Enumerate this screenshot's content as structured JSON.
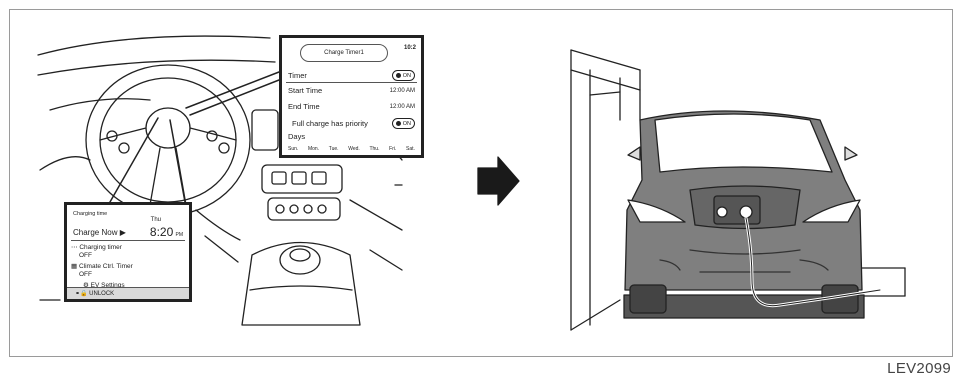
{
  "timer_screen": {
    "title": "Charge Timer1",
    "corner_time": "10:2",
    "timer_label": "Timer",
    "timer_toggle": "ON",
    "start_time_label": "Start Time",
    "start_time_value": "12:00 AM",
    "end_time_label": "End Time",
    "end_time_value": "12:00 AM",
    "full_charge_label": "Full charge has priority",
    "full_charge_toggle": "ON",
    "days_label": "Days",
    "days": [
      "Sun.",
      "Mon.",
      "Tue.",
      "Wed.",
      "Thu.",
      "Fri.",
      "Sat."
    ]
  },
  "status_screen": {
    "charging_time_label": "Charging time",
    "day": "Thu",
    "charge_now_label": "Charge Now",
    "time": "8:20",
    "time_suffix": "PM",
    "charging_timer_label": "Charging timer",
    "charging_timer_value": "OFF",
    "climate_timer_label": "Climate Ctrl. Timer",
    "climate_timer_value": "OFF",
    "ev_settings_label": "EV Settings",
    "unlock_label": "UNLOCK"
  },
  "figure_code": "LEV2099"
}
